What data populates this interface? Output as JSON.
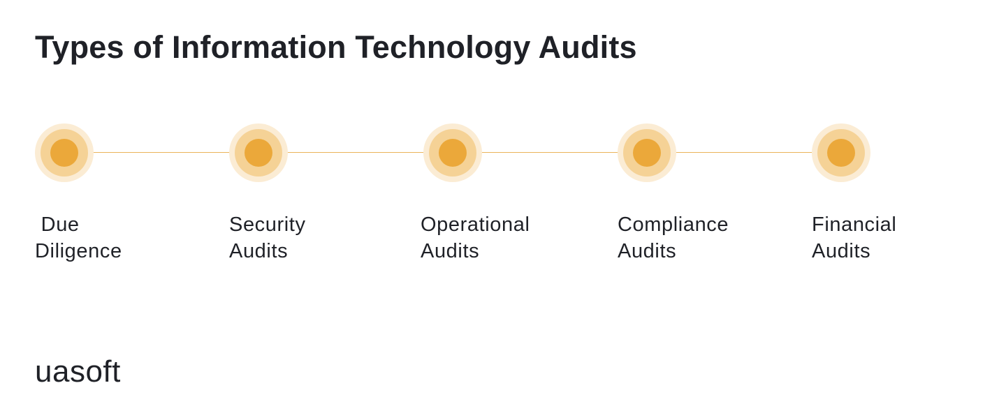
{
  "title": "Types of Information Technology Audits",
  "colors": {
    "line": "#eab35a",
    "ring_outer": "#fbecd4",
    "ring_mid": "#f5d296",
    "ring_core": "#eba83a",
    "text": "#1f2127"
  },
  "steps": [
    {
      "line1": " Due",
      "line2": "Diligence"
    },
    {
      "line1": "Security",
      "line2": "Audits"
    },
    {
      "line1": "Operational",
      "line2": "Audits"
    },
    {
      "line1": "Compliance",
      "line2": "Audits"
    },
    {
      "line1": "Financial",
      "line2": "Audits"
    }
  ],
  "logo": "uasoft"
}
